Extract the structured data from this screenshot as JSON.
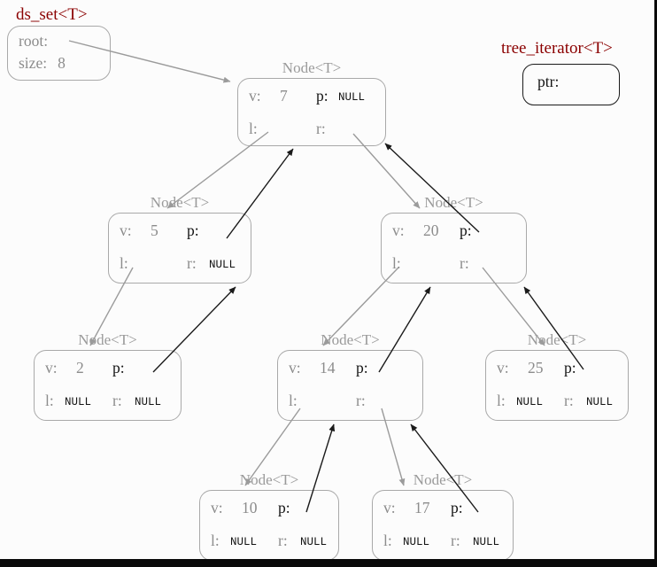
{
  "palette": {
    "background": "#fcfcfc",
    "maroon": "#8b0000",
    "gray_text": "#8c8c8c",
    "gray_border": "#a9a9a9",
    "black": "#141414"
  },
  "ds_set": {
    "title": "ds_set<T>",
    "root_label": "root:",
    "size_label": "size:",
    "size_value": "8"
  },
  "iterator": {
    "title": "tree_iterator<T>",
    "ptr_label": "ptr:"
  },
  "node_title": "Node<T>",
  "field_labels": {
    "v": "v:",
    "p": "p:",
    "l": "l:",
    "r": "r:"
  },
  "nodes": [
    {
      "name": "node-7",
      "v": "7",
      "p": "NULL",
      "l": "",
      "r": ""
    },
    {
      "name": "node-5",
      "v": "5",
      "p": "",
      "l": "",
      "r": "NULL"
    },
    {
      "name": "node-20",
      "v": "20",
      "p": "",
      "l": "",
      "r": ""
    },
    {
      "name": "node-2",
      "v": "2",
      "p": "",
      "l": "NULL",
      "r": "NULL"
    },
    {
      "name": "node-14",
      "v": "14",
      "p": "",
      "l": "",
      "r": ""
    },
    {
      "name": "node-25",
      "v": "25",
      "p": "",
      "l": "NULL",
      "r": "NULL"
    },
    {
      "name": "node-10",
      "v": "10",
      "p": "",
      "l": "NULL",
      "r": "NULL"
    },
    {
      "name": "node-17",
      "v": "17",
      "p": "",
      "l": "NULL",
      "r": "NULL"
    }
  ],
  "edges": {
    "child_pointers": [
      {
        "from": "ds_set.root",
        "to": "7"
      },
      {
        "from": "7.l",
        "to": "5"
      },
      {
        "from": "7.r",
        "to": "20"
      },
      {
        "from": "5.l",
        "to": "2"
      },
      {
        "from": "20.l",
        "to": "14"
      },
      {
        "from": "20.r",
        "to": "25"
      },
      {
        "from": "14.l",
        "to": "10"
      },
      {
        "from": "14.r",
        "to": "17"
      }
    ],
    "parent_pointers": [
      {
        "from": "5.p",
        "to": "7"
      },
      {
        "from": "20.p",
        "to": "7"
      },
      {
        "from": "2.p",
        "to": "5"
      },
      {
        "from": "14.p",
        "to": "20"
      },
      {
        "from": "25.p",
        "to": "20"
      },
      {
        "from": "10.p",
        "to": "14"
      },
      {
        "from": "17.p",
        "to": "14"
      }
    ]
  }
}
